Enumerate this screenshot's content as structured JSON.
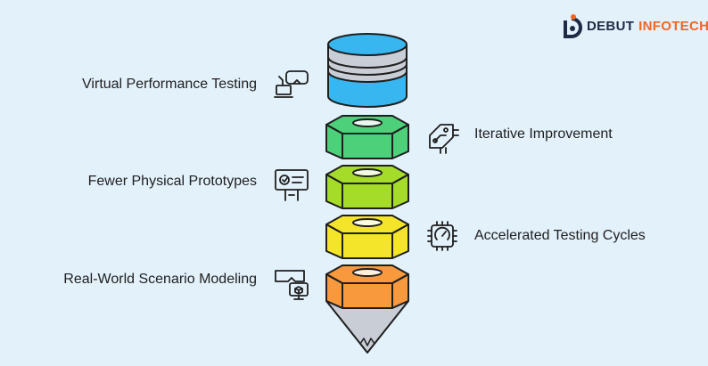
{
  "brand": {
    "name_part1": "DEBUT",
    "name_part2": "INFOTECH"
  },
  "items": [
    {
      "label": "Virtual Performance Testing",
      "icon": "vr-headset-laptop-icon",
      "color": "#38b6f0"
    },
    {
      "label": "Iterative Improvement",
      "icon": "circuit-chip-icon",
      "color": "#4cd17a"
    },
    {
      "label": "Fewer Physical Prototypes",
      "icon": "presentation-board-icon",
      "color": "#a5dc2a"
    },
    {
      "label": "Accelerated Testing Cycles",
      "icon": "speedometer-chip-icon",
      "color": "#f5e52a"
    },
    {
      "label": "Real-World Scenario Modeling",
      "icon": "vr-cube-monitor-icon",
      "color": "#f7993c"
    }
  ],
  "colors": {
    "top_cap": "#38b6f0",
    "top_band": "#c9ced6",
    "tip": "#c9ced6",
    "stroke": "#1f1f1f"
  }
}
